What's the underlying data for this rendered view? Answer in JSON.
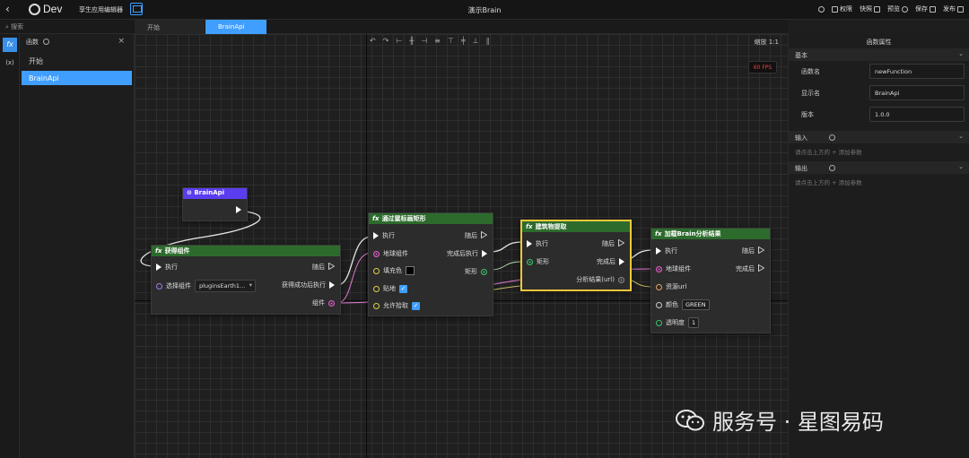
{
  "topbar": {
    "logo_text": "Dev",
    "app_name": "孪生应用编辑器",
    "title": "演示Brain",
    "actions": [
      {
        "label": "权限"
      },
      {
        "label": "快照"
      },
      {
        "label": "预览"
      },
      {
        "label": "保存"
      },
      {
        "label": "发布"
      }
    ]
  },
  "left": {
    "search_placeholder": "搜索",
    "section_label": "函数",
    "items": [
      {
        "label": "开始"
      },
      {
        "label": "BrainApi"
      }
    ],
    "rail": [
      "fx",
      "(x)"
    ]
  },
  "tabs": [
    {
      "label": "开始"
    },
    {
      "label": "BrainApi"
    }
  ],
  "canvas": {
    "zoom_label": "缩放 1:1",
    "fps": "60 FPS",
    "nodes": {
      "brainapi": {
        "title": "BrainApi"
      },
      "getcomp": {
        "title": "获得组件",
        "exec_in": "执行",
        "then": "随后",
        "select_label": "选择组件",
        "select_value": "pluginsEarth1...",
        "success": "获得成功后执行",
        "comp_out": "组件"
      },
      "drawrect": {
        "title": "通过鼠标画矩形",
        "exec_in": "执行",
        "then": "随后",
        "earth": "地球组件",
        "done": "完成后执行",
        "fill": "填充色",
        "rect_out": "矩形",
        "clamp": "贴地",
        "allow_pick": "允许拾取"
      },
      "extract": {
        "title": "建筑物提取",
        "exec_in": "执行",
        "then": "随后",
        "rect_in": "矩形",
        "done": "完成后",
        "result": "分析结果(url)"
      },
      "load": {
        "title": "加载Brain分析结果",
        "exec_in": "执行",
        "then": "随后",
        "earth": "地球组件",
        "done": "完成后",
        "res_url": "资源url",
        "color_label": "颜色",
        "color_value": "GREEN",
        "opacity_label": "透明度",
        "opacity_value": "1"
      }
    }
  },
  "properties": {
    "title": "函数属性",
    "basic": "基本",
    "fields": [
      {
        "label": "函数名",
        "value": "newFunction"
      },
      {
        "label": "显示名",
        "value": "BrainApi"
      },
      {
        "label": "版本",
        "value": "1.0.0"
      }
    ],
    "input_label": "输入",
    "input_hint": "请点击上方的 + 添加参数",
    "output_label": "输出",
    "output_hint": "请点击上方的 + 添加参数"
  },
  "watermark": "服务号 · 星图易码",
  "colors": {
    "accent": "#409eff",
    "node_header": "#2d6b2d",
    "event_header": "#5b3df0",
    "selected_border": "#f0c83a",
    "fps_text": "#ff3b3b"
  }
}
